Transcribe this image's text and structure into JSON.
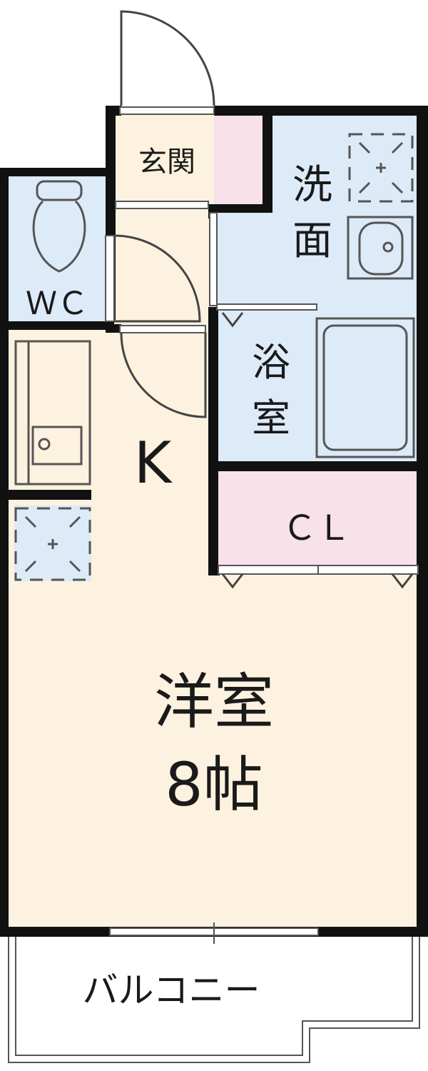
{
  "rooms": {
    "genkan": "玄関",
    "wc": "ＷＣ",
    "washroom_line1": "洗",
    "washroom_line2": "面",
    "bath_line1": "浴",
    "bath_line2": "室",
    "kitchen": "K",
    "closet": "ＣＬ",
    "western_room": "洋室",
    "western_size": "8帖",
    "balcony": "バルコニー"
  },
  "colors": {
    "wall": "#111111",
    "living": "#fcf2df",
    "wet_area": "#ddeaf7",
    "closet": "#f8e1e8",
    "balcony": "#ffffff"
  }
}
